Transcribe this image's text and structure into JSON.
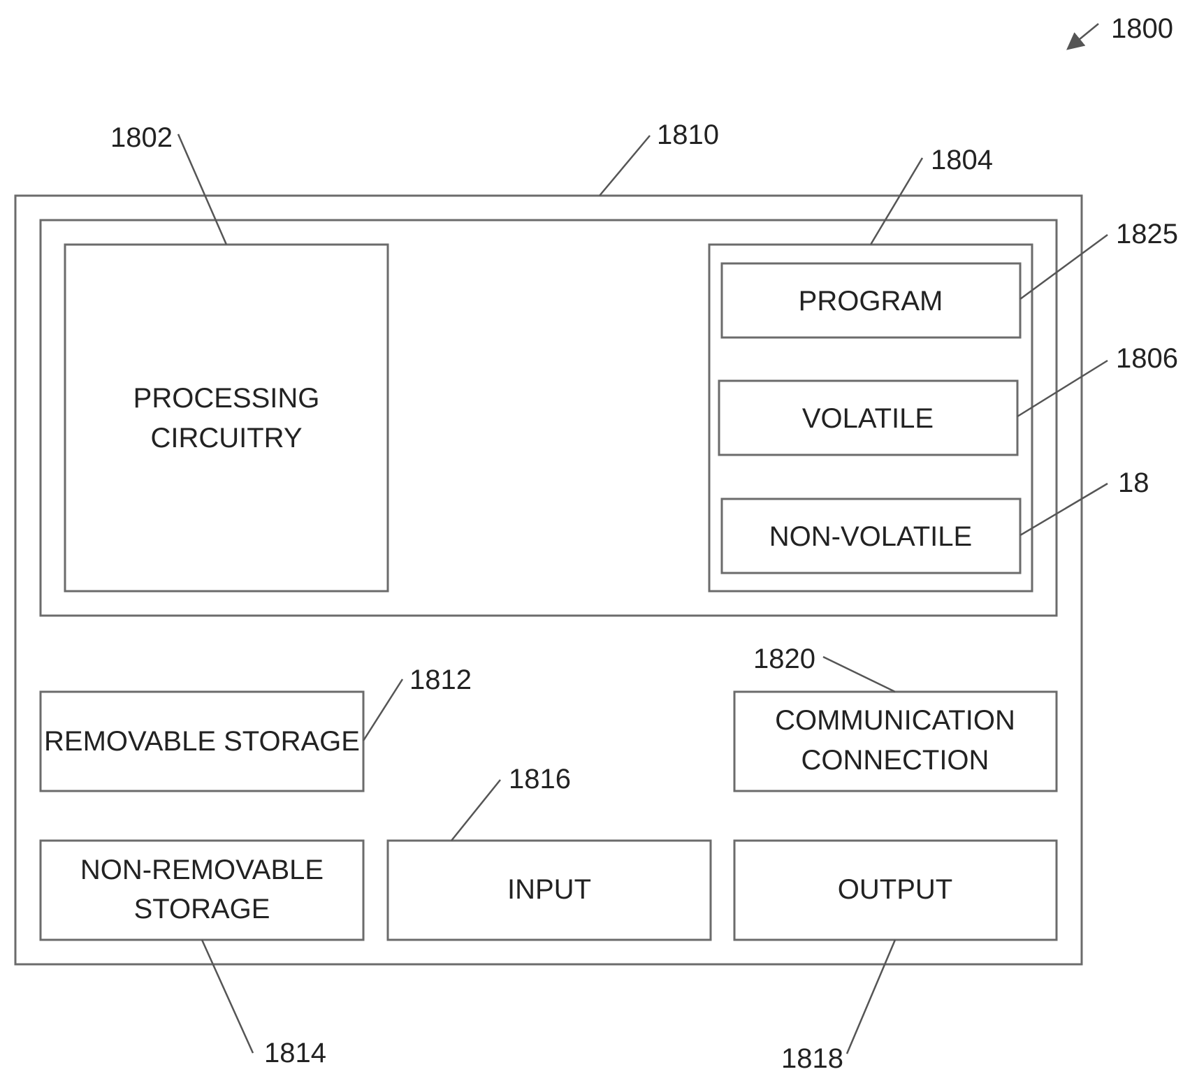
{
  "refs": {
    "fig": "1800",
    "processing": "1802",
    "memory": "1804",
    "device": "1810",
    "program": "1825",
    "volatile": "1806",
    "nonvolatile": "18",
    "removable": "1812",
    "comm": "1820",
    "input": "1816",
    "nonremovable": "1814",
    "output": "1818"
  },
  "labels": {
    "processing_1": "PROCESSING",
    "processing_2": "CIRCUITRY",
    "program": "PROGRAM",
    "volatile": "VOLATILE",
    "nonvolatile": "NON-VOLATILE",
    "removable": "REMOVABLE STORAGE",
    "comm_1": "COMMUNICATION",
    "comm_2": "CONNECTION",
    "nonremovable_1": "NON-REMOVABLE",
    "nonremovable_2": "STORAGE",
    "input": "INPUT",
    "output": "OUTPUT"
  }
}
